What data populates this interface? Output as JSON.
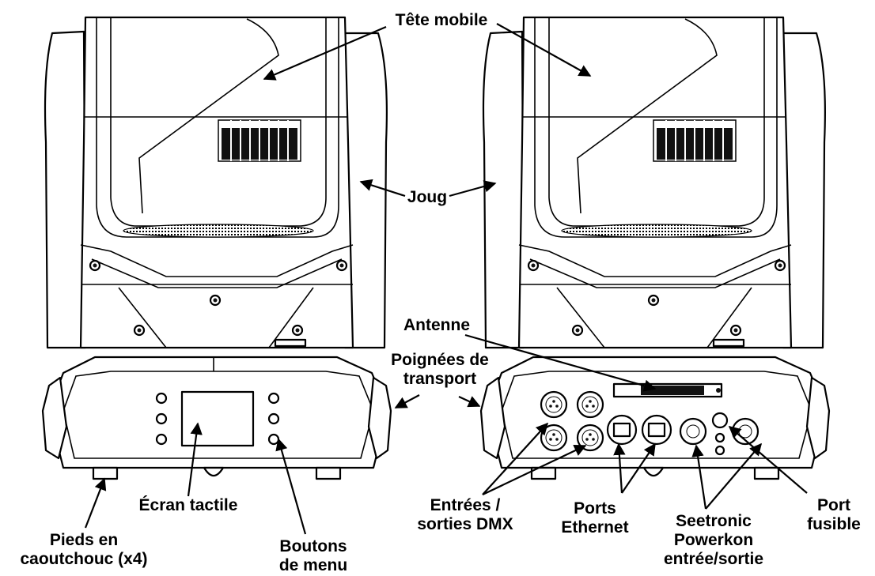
{
  "labels": {
    "moving_head": "Tête mobile",
    "yoke": "Joug",
    "antenna": "Antenne",
    "handles_line1": "Poignées de",
    "handles_line2": "transport",
    "touchscreen": "Écran tactile",
    "feet_line1": "Pieds en",
    "feet_line2": "caoutchouc (x4)",
    "menu_line1": "Boutons",
    "menu_line2": "de menu",
    "dmx_line1": "Entrées /",
    "dmx_line2": "sorties DMX",
    "ethernet_line1": "Ports",
    "ethernet_line2": "Ethernet",
    "powerkon_line1": "Seetronic",
    "powerkon_line2": "Powerkon",
    "powerkon_line3": "entrée/sortie",
    "fuse_line1": "Port",
    "fuse_line2": "fusible"
  }
}
